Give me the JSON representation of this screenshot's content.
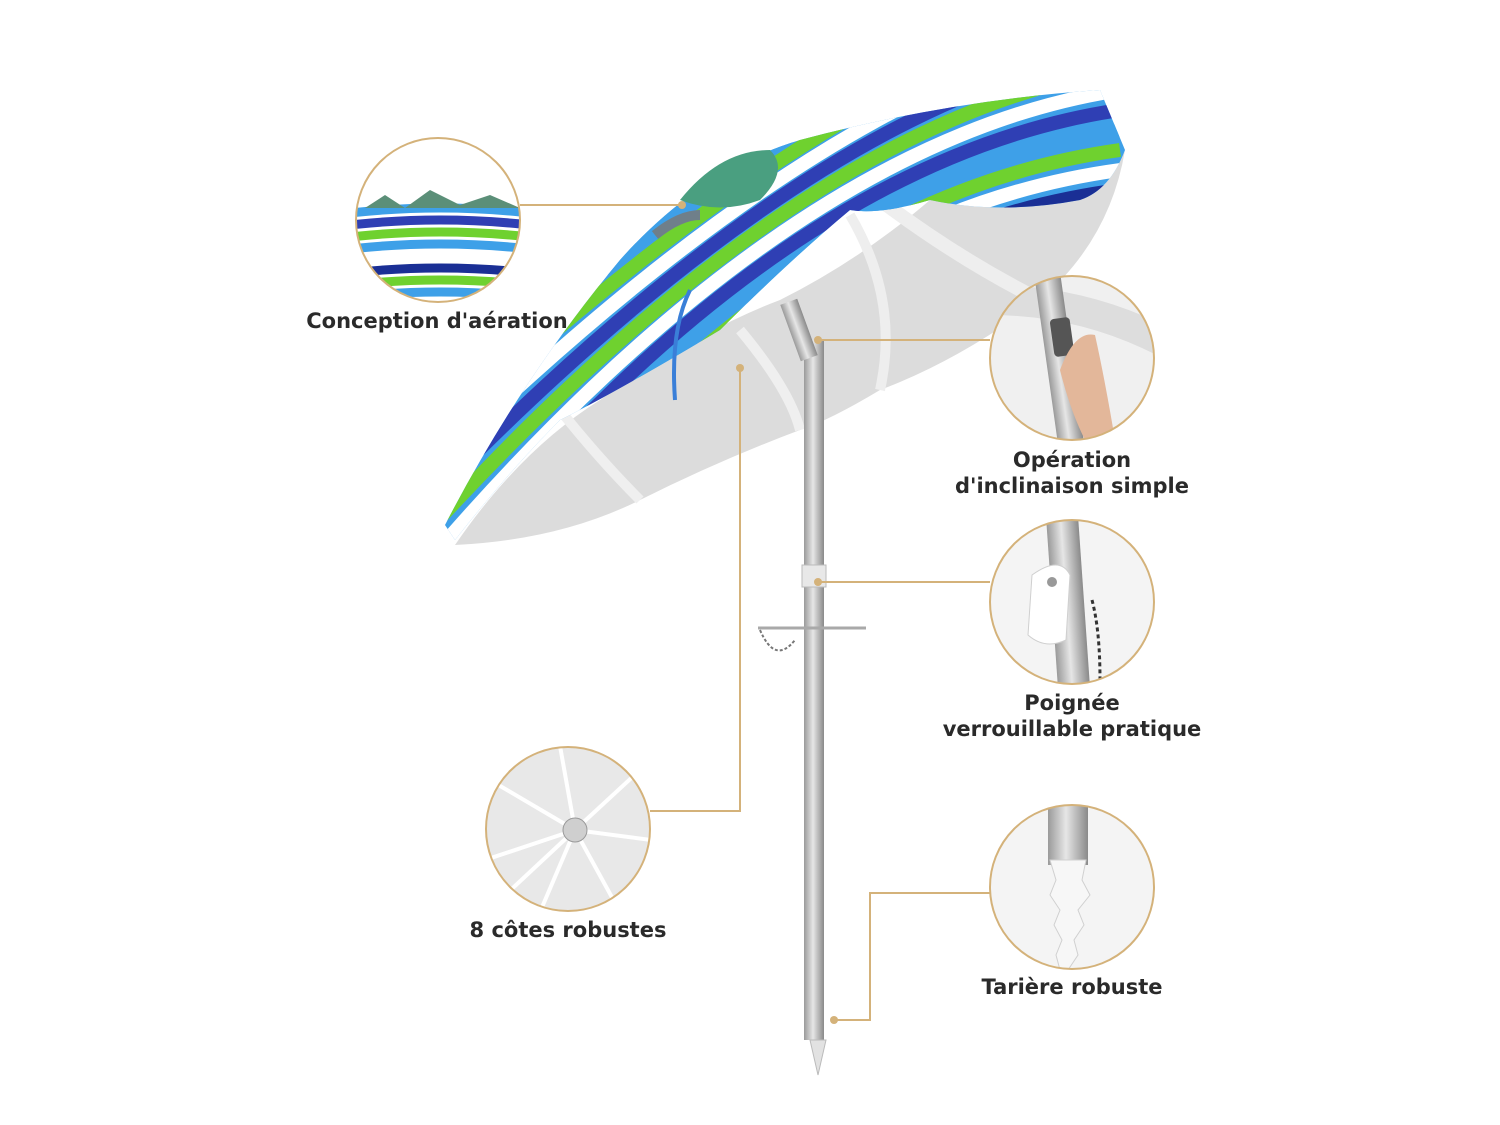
{
  "accent_color": "#d4b27a",
  "canopy_stripe_colors": [
    "#2f3fb4",
    "#3ea0e8",
    "#6fd12f",
    "#ffffff",
    "#1a2f95"
  ],
  "features": {
    "vent": {
      "label": "Conception d'aération",
      "icon": "vent-detail-image"
    },
    "tilt": {
      "label_line1": "Opération",
      "label_line2": "d'inclinaison simple",
      "icon": "tilt-hand-image"
    },
    "handle": {
      "label_line1": "Poignée",
      "label_line2": "verrouillable pratique",
      "icon": "lock-handle-image"
    },
    "ribs": {
      "label": "8 côtes robustes",
      "icon": "ribs-detail-image"
    },
    "auger": {
      "label": "Tarière robuste",
      "icon": "auger-detail-image"
    }
  }
}
